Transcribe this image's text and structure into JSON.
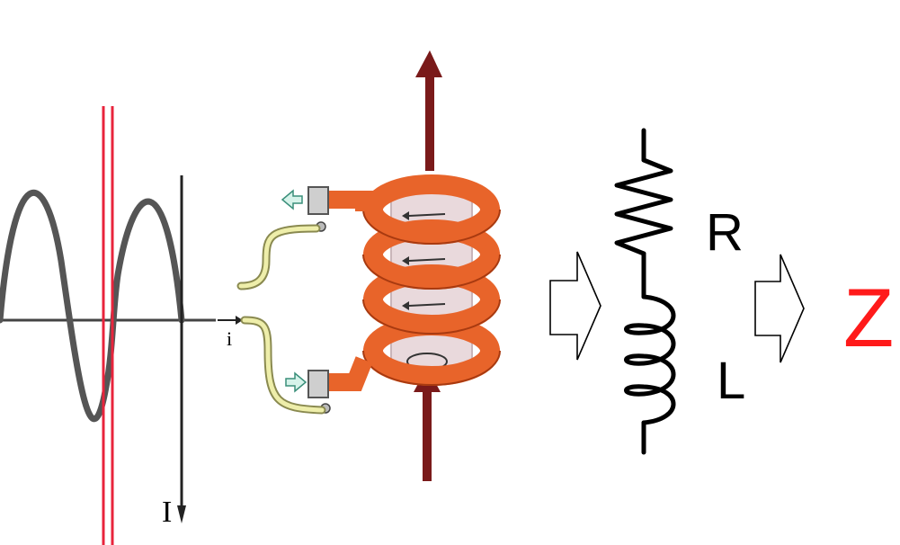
{
  "labels": {
    "current_small": "i",
    "current_axis": "I",
    "resistance": "R",
    "inductance": "L",
    "impedance": "Z"
  },
  "colors": {
    "coil_copper": "#e8642a",
    "coil_outline": "#a83a10",
    "core": "#e9d9dc",
    "field_arrow": "#7a1a1a",
    "marker_line": "#e8243c",
    "wave": "#555555",
    "impedance_text": "#ff1a1a",
    "lead_wire": "#eeeeaa"
  },
  "icons": {
    "arrow_1": "hollow-right-arrow-icon",
    "arrow_2": "hollow-right-arrow-icon"
  }
}
